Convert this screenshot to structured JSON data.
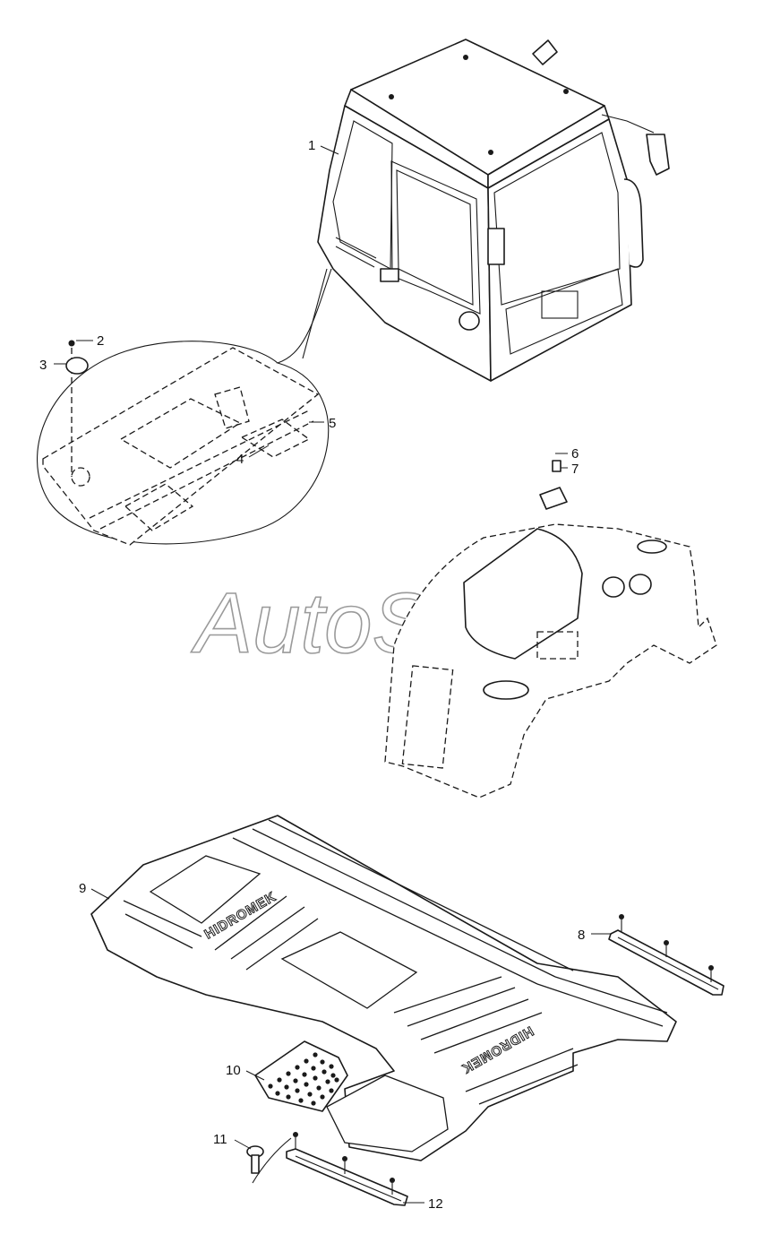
{
  "callouts": {
    "c1": "1",
    "c2": "2",
    "c3": "3",
    "c4": "4",
    "c5": "5",
    "c6": "6",
    "c7": "7",
    "c8": "8",
    "c9": "9",
    "c10": "10",
    "c11": "11",
    "c12": "12"
  },
  "watermark": "AutoSoft",
  "mat_brand": "HIDROMEK"
}
